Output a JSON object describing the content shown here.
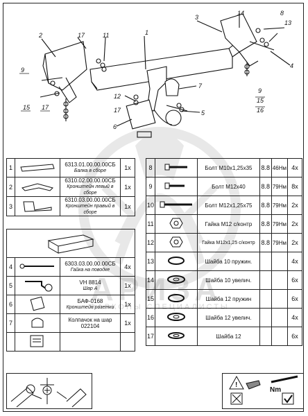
{
  "callouts": [
    "1",
    "2",
    "3",
    "4",
    "5",
    "6",
    "7",
    "8",
    "9",
    "9",
    "11",
    "12",
    "13",
    "14",
    "15",
    "15",
    "16",
    "17",
    "17",
    "17"
  ],
  "left_table_top": [
    {
      "n": "1",
      "code": "6313.01.00.00.00СБ",
      "name": "Балка в сборе",
      "qty": "1x"
    },
    {
      "n": "2",
      "code": "6310.02.00.00.00СБ",
      "name": "Кронштейн левый в сборе",
      "qty": "1x"
    },
    {
      "n": "3",
      "code": "6310.03.00.00.00СБ",
      "name": "Кронштейн правый в сборе",
      "qty": "1x"
    }
  ],
  "left_table_bottom": [
    {
      "n": "4",
      "code": "6303.03.00.00.00СБ",
      "name": "Гайка на поводке",
      "qty": "4x"
    },
    {
      "n": "5",
      "code": "VH 8814",
      "name": "Шар А",
      "qty": "1x"
    },
    {
      "n": "6",
      "code": "БАФ-0168",
      "name": "Кронштейн розетки",
      "qty": "1x"
    },
    {
      "n": "7",
      "code": "Колпачок на шар",
      "name": "022104",
      "qty": "1x"
    }
  ],
  "right_table": [
    {
      "n": "8",
      "name": "Болт М10х1,25х35",
      "cls": "8.8",
      "torque": "46Нм",
      "qty": "4x"
    },
    {
      "n": "9",
      "name": "Болт М12х40",
      "cls": "8.8",
      "torque": "79Нм",
      "qty": "8x"
    },
    {
      "n": "10",
      "name": "Болт М12х1,25х75",
      "cls": "8.8",
      "torque": "79Нм",
      "qty": "2x"
    },
    {
      "n": "11",
      "name": "Гайка М12 с/контр",
      "cls": "8.8",
      "torque": "79Нм",
      "qty": "2x"
    },
    {
      "n": "12",
      "name": "Гайка М12х1,25 с/контр",
      "cls": "8.8",
      "torque": "79Нм",
      "qty": "2x"
    },
    {
      "n": "13",
      "name": "Шайба 10 пружин.",
      "cls": "",
      "torque": "",
      "qty": "4x"
    },
    {
      "n": "14",
      "name": "Шайба 10 увелич.",
      "cls": "",
      "torque": "",
      "qty": "6x"
    },
    {
      "n": "15",
      "name": "Шайба 12 пружин",
      "cls": "",
      "torque": "",
      "qty": "6x"
    },
    {
      "n": "16",
      "name": "Шайба 12 увелич.",
      "cls": "",
      "torque": "",
      "qty": "4x"
    },
    {
      "n": "17",
      "name": "Шайба 12",
      "cls": "",
      "torque": "",
      "qty": "6x"
    }
  ],
  "watermark": {
    "title": "АРИЗА",
    "subtitle": "ФАРКОПЫ СПЕЦИАЛИСТЫ"
  },
  "footer": {
    "nm_label": "Nm"
  }
}
